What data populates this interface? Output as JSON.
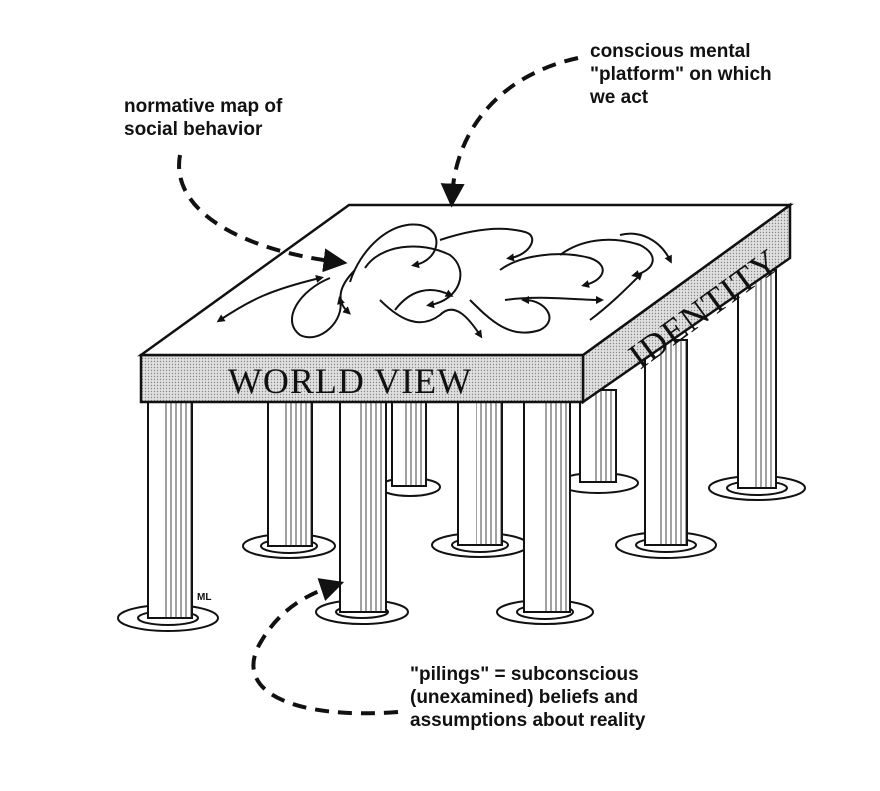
{
  "labels": {
    "normative": [
      "normative map of",
      "social behavior"
    ],
    "platform": [
      "conscious mental",
      "\"platform\" on which",
      "we act"
    ],
    "pilings": [
      "\"pilings\" = subconscious",
      "(unexamined) beliefs and",
      "assumptions about reality"
    ]
  },
  "platform_front_text": "WORLD VIEW",
  "platform_side_text": "IDENTITY",
  "artist_initials": "ML",
  "colors": {
    "ink": "#111111",
    "band": "#d4d4d4",
    "background": "#ffffff"
  }
}
